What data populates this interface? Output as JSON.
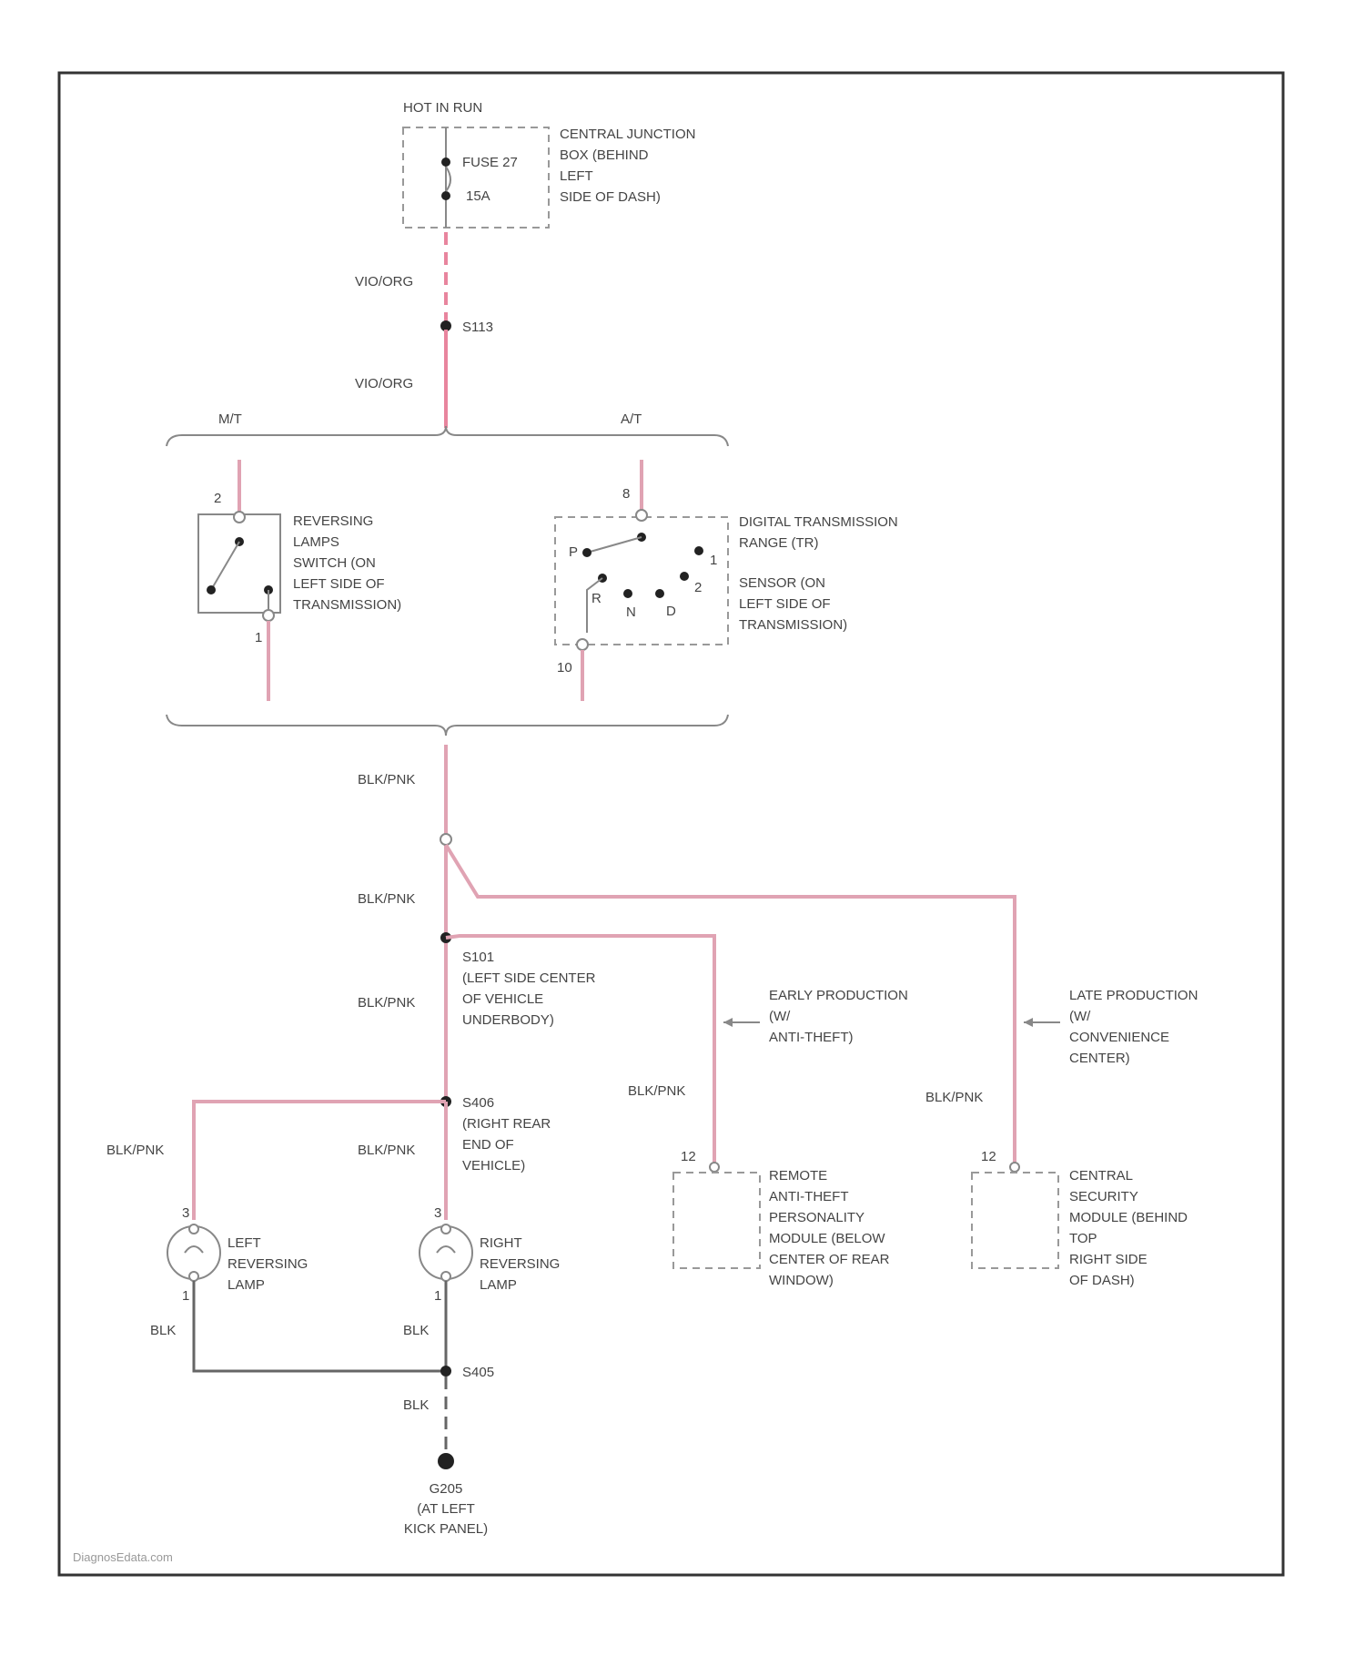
{
  "labels": {
    "hot_in_run": "HOT IN RUN",
    "central_junction": [
      "CENTRAL JUNCTION",
      "BOX (BEHIND",
      "LEFT",
      "SIDE OF DASH)"
    ],
    "fuse": "FUSE 27",
    "fuse_amp": "15A",
    "wire_vio_org_1": "VIO/ORG",
    "splice_s113": "S113",
    "wire_vio_org_2": "VIO/ORG",
    "mt": "M/T",
    "at": "A/T",
    "rev_switch": [
      "REVERSING",
      "LAMPS",
      "SWITCH (ON",
      "LEFT SIDE OF",
      "TRANSMISSION)"
    ],
    "rev_switch_pin_top": "2",
    "rev_switch_pin_bottom": "1",
    "dtr_sensor_a": [
      "DIGITAL TRANSMISSION",
      "RANGE (TR)"
    ],
    "dtr_sensor_b": [
      "SENSOR (ON",
      "LEFT SIDE OF",
      "TRANSMISSION)"
    ],
    "dtr_pin_top": "8",
    "dtr_pin_bottom": "10",
    "dtr_pos_p": "P",
    "dtr_pos_r": "R",
    "dtr_pos_n": "N",
    "dtr_pos_d": "D",
    "dtr_pos_2": "2",
    "dtr_pos_1": "1",
    "wire_blk_pnk_1": "BLK/PNK",
    "wire_blk_pnk_2": "BLK/PNK",
    "splice_s101": [
      "S101",
      "(LEFT SIDE CENTER",
      "OF VEHICLE",
      "UNDERBODY)"
    ],
    "wire_blk_pnk_3": "BLK/PNK",
    "early_production": [
      "EARLY PRODUCTION",
      "(W/",
      "ANTI-THEFT)"
    ],
    "late_production": [
      "LATE PRODUCTION",
      "(W/",
      "CONVENIENCE",
      "CENTER)"
    ],
    "wire_blk_pnk_4": "BLK/PNK",
    "wire_blk_pnk_5": "BLK/PNK",
    "splice_s406": [
      "S406",
      "(RIGHT REAR",
      "END OF",
      "VEHICLE)"
    ],
    "wire_blk_pnk_6": "BLK/PNK",
    "wire_blk_pnk_7": "BLK/PNK",
    "left_lamp": [
      "LEFT",
      "REVERSING",
      "LAMP"
    ],
    "right_lamp": [
      "RIGHT",
      "REVERSING",
      "LAMP"
    ],
    "left_lamp_pin_top": "3",
    "left_lamp_pin_bottom": "1",
    "right_lamp_pin_top": "3",
    "right_lamp_pin_bottom": "1",
    "remote_module_pin": "12",
    "remote_module": [
      "REMOTE",
      "ANTI-THEFT",
      "PERSONALITY",
      "MODULE (BELOW",
      "CENTER OF REAR",
      "WINDOW)"
    ],
    "central_module_pin": "12",
    "central_module": [
      "CENTRAL",
      "SECURITY",
      "MODULE (BEHIND",
      "TOP",
      "RIGHT SIDE",
      "OF DASH)"
    ],
    "wire_blk_1": "BLK",
    "wire_blk_2": "BLK",
    "splice_s405": "S405",
    "wire_blk_3": "BLK",
    "ground": [
      "G205",
      "(AT LEFT",
      "KICK PANEL)"
    ],
    "watermark": "DiagnosEdata.com"
  },
  "colors": {
    "wire_pink": "#e0a3b3",
    "wire_vio_org": "#e8859e",
    "wire_black": "#666666",
    "frame": "#333333"
  }
}
